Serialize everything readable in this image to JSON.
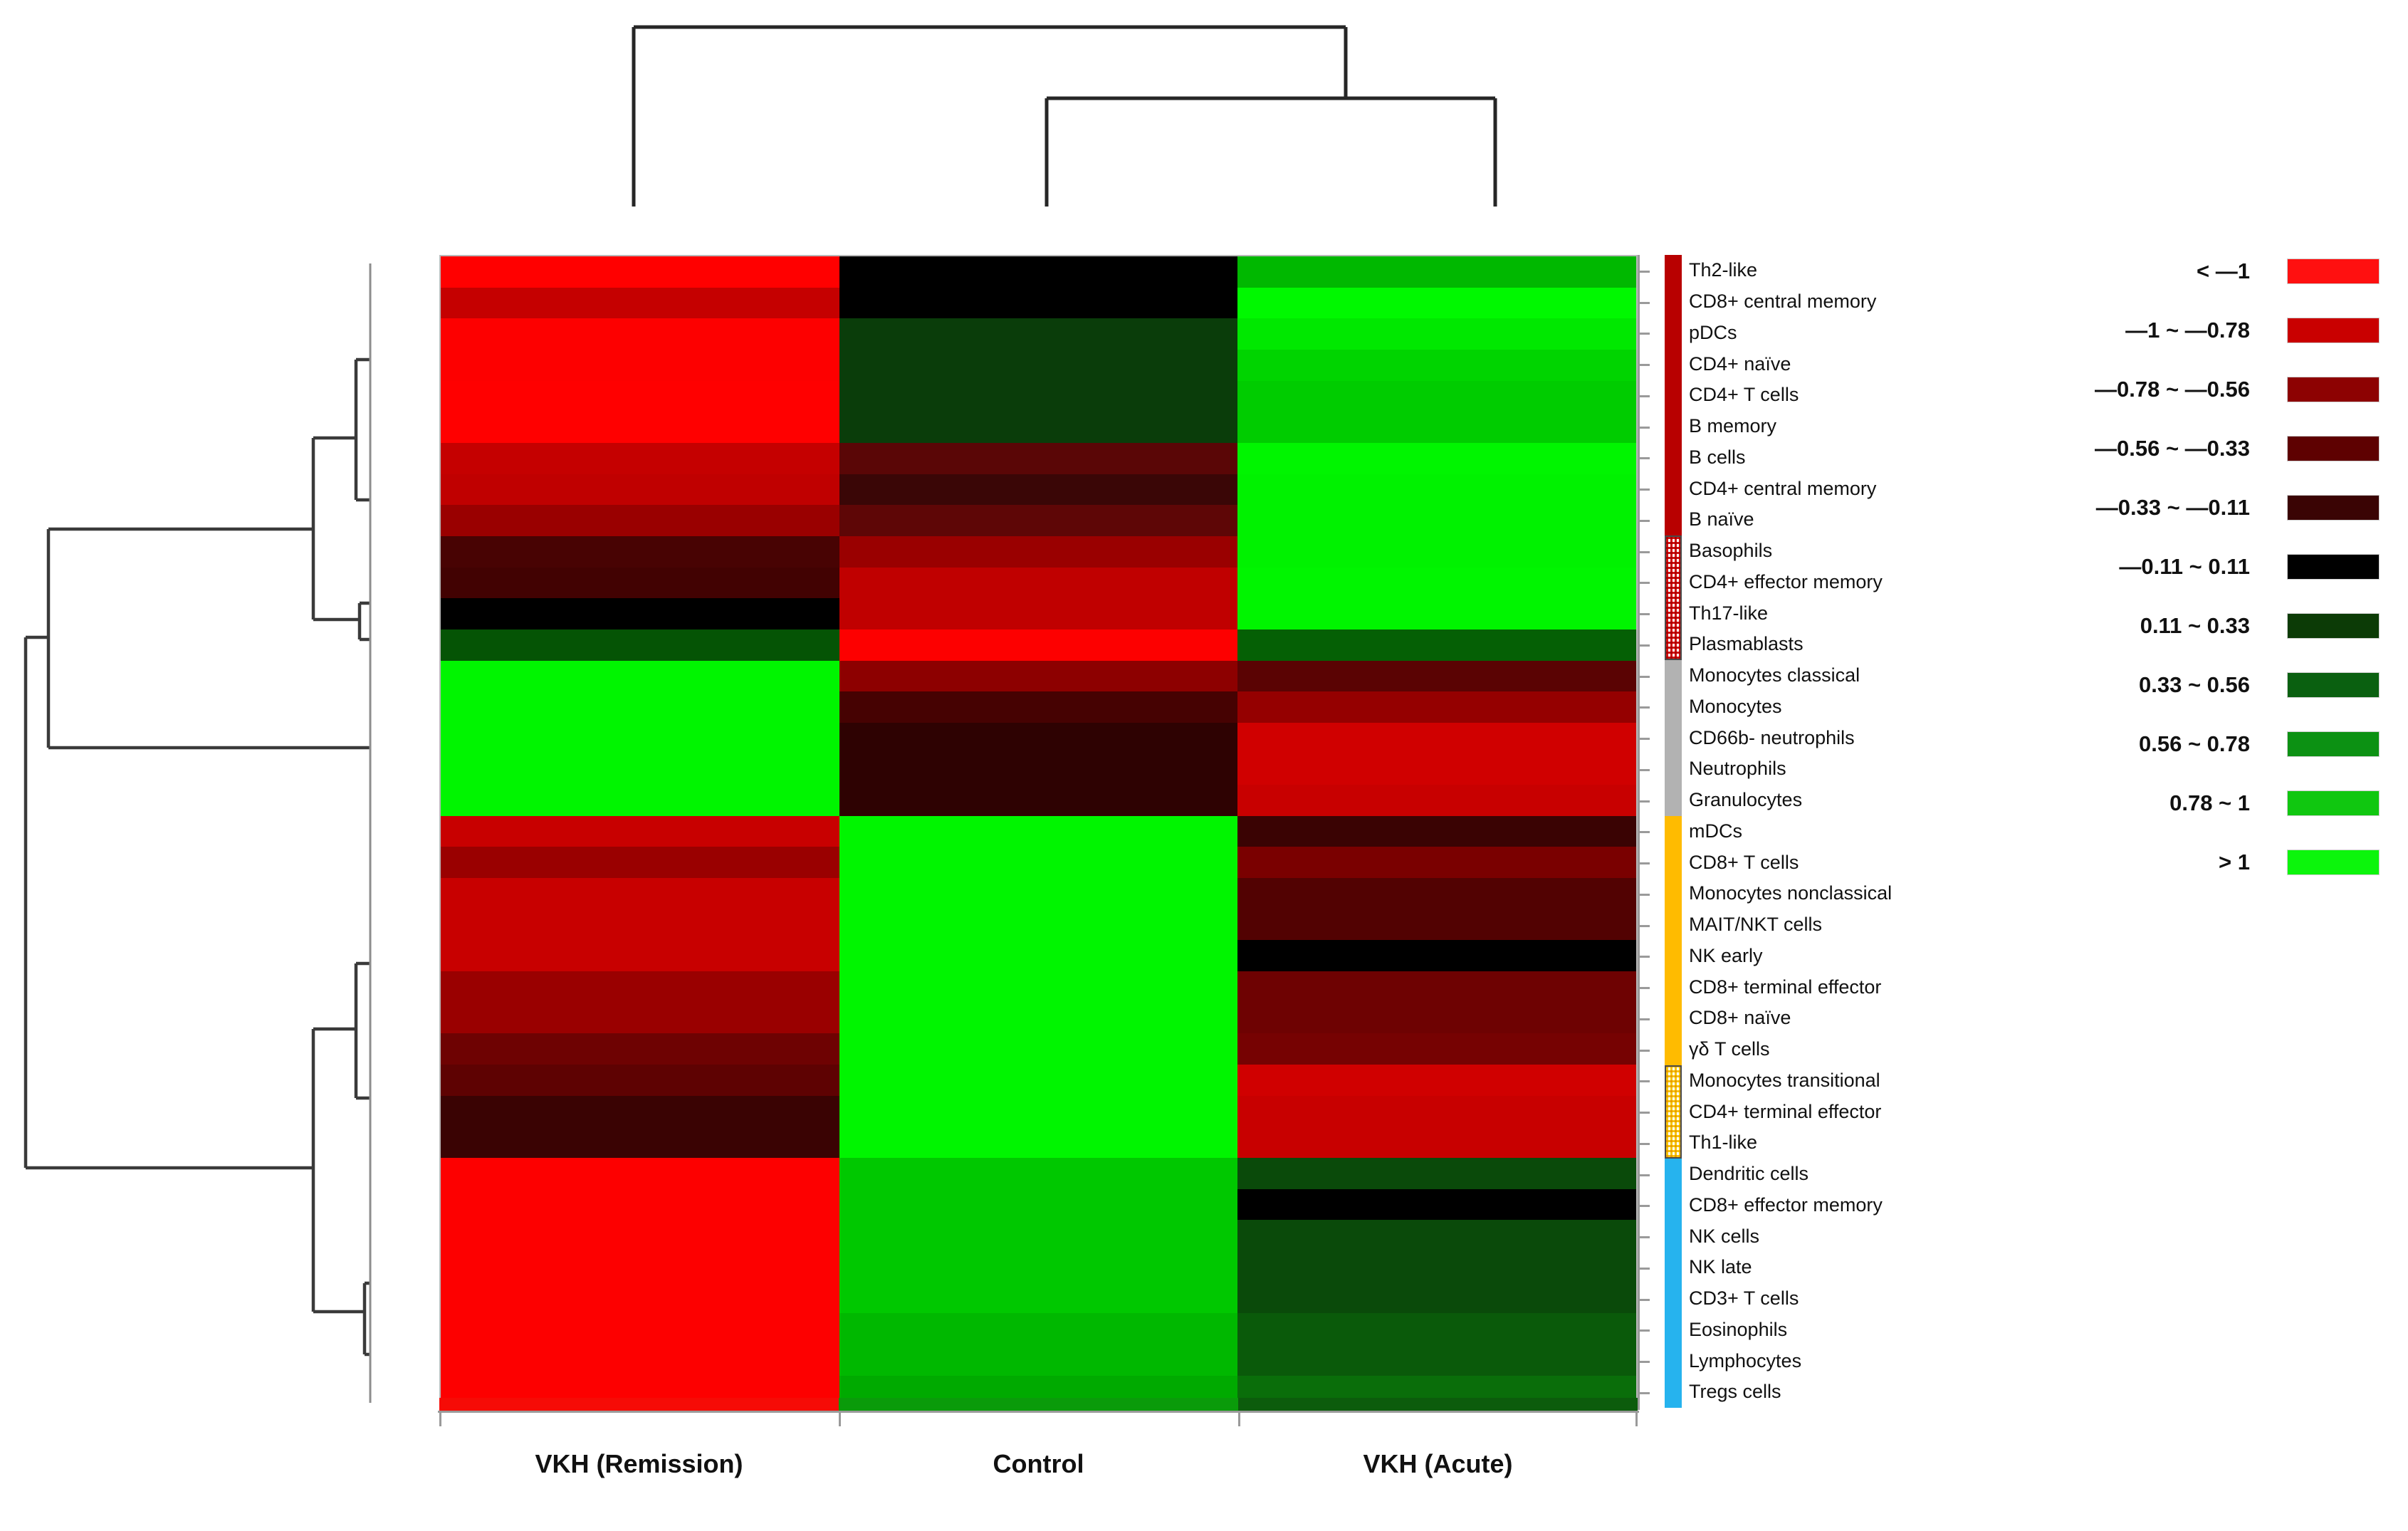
{
  "figure": {
    "type": "clustered-heatmap",
    "columns": [
      "VKH (Remission)",
      "Control",
      "VKH (Acute)"
    ],
    "column_bar_colors": [
      "#f60b06",
      "#0a9b0a",
      "#0c5c0c"
    ]
  },
  "legend": {
    "title": "",
    "entries": [
      {
        "label": "< —1",
        "color": "#ff1010"
      },
      {
        "label": "—1 ~ —0.78",
        "color": "#c90000"
      },
      {
        "label": "—0.78 ~ —0.56",
        "color": "#8d0202"
      },
      {
        "label": "—0.56 ~ —0.33",
        "color": "#5e0101"
      },
      {
        "label": "—0.33 ~ —0.11",
        "color": "#3a0404"
      },
      {
        "label": "—0.11 ~ 0.11",
        "color": "#000000"
      },
      {
        "label": "0.11 ~ 0.33",
        "color": "#0c3b06"
      },
      {
        "label": "0.33 ~ 0.56",
        "color": "#0a6010"
      },
      {
        "label": "0.56 ~ 0.78",
        "color": "#0c9113"
      },
      {
        "label": "0.78 ~ 1",
        "color": "#10c710"
      },
      {
        "label": "> 1",
        "color": "#0cf50c"
      }
    ]
  },
  "row_groups": [
    {
      "name": "dark-red-group",
      "color": "#b80000",
      "pattern": "solid",
      "start": 0,
      "end": 9
    },
    {
      "name": "red-hatched-group",
      "color": "#d01010",
      "pattern": "hatched",
      "start": 9,
      "end": 13
    },
    {
      "name": "gray-group",
      "color": "#b2b2b2",
      "pattern": "solid",
      "start": 13,
      "end": 18
    },
    {
      "name": "orange-group",
      "color": "#ffbb00",
      "pattern": "solid",
      "start": 18,
      "end": 26
    },
    {
      "name": "yellow-hatched-group",
      "color": "#f5c60a",
      "pattern": "hatched",
      "start": 26,
      "end": 29
    },
    {
      "name": "blue-group",
      "color": "#26b3ee",
      "pattern": "solid",
      "start": 29,
      "end": 37
    }
  ],
  "chart_data": {
    "type": "heatmap",
    "title": "",
    "xlabel": "",
    "ylabel": "",
    "columns": [
      "VKH (Remission)",
      "Control",
      "VKH (Acute)"
    ],
    "rows": [
      "Th2-like",
      "CD8+ central memory",
      "pDCs",
      "CD4+ naïve",
      "CD4+ T cells",
      "B memory",
      "B cells",
      "CD4+ central memory",
      "B naïve",
      "Basophils",
      "CD4+ effector memory",
      "Th17-like",
      "Plasmablasts",
      "Monocytes classical",
      "Monocytes",
      "CD66b- neutrophils",
      "Neutrophils",
      "Granulocytes",
      "mDCs",
      "CD8+ T cells",
      "Monocytes nonclassical",
      "MAIT/NKT cells",
      "NK early",
      "CD8+ terminal effector",
      "CD8+ naïve",
      "γδ T cells",
      "Monocytes transitional",
      "CD4+ terminal effector",
      "Th1-like",
      "Dendritic cells",
      "CD8+ effector memory",
      "NK cells",
      "NK late",
      "CD3+ T cells",
      "Eosinophils",
      "Lymphocytes",
      "Tregs cells"
    ],
    "colorscale_bins": [
      "#ff1010",
      "#c90000",
      "#8d0202",
      "#5e0101",
      "#3a0404",
      "#000000",
      "#0c3b06",
      "#0a6010",
      "#0c9113",
      "#10c710",
      "#0cf50c"
    ],
    "cells": [
      [
        "#ff0000",
        "#000000",
        "#00b800"
      ],
      [
        "#c50000",
        "#000000",
        "#00f800"
      ],
      [
        "#fd0000",
        "#0a3d0a",
        "#00e800"
      ],
      [
        "#fd0000",
        "#0a3d0a",
        "#00d400"
      ],
      [
        "#ff0000",
        "#0a3d0a",
        "#00cc00"
      ],
      [
        "#ff0000",
        "#0a3d0a",
        "#00cc00"
      ],
      [
        "#c50000",
        "#5a0606",
        "#00f500"
      ],
      [
        "#c00000",
        "#3a0606",
        "#00f200"
      ],
      [
        "#9a0000",
        "#5e0606",
        "#00f200"
      ],
      [
        "#480303",
        "#9a0000",
        "#00f200"
      ],
      [
        "#420202",
        "#c00000",
        "#00f500"
      ],
      [
        "#000000",
        "#c00000",
        "#00f500"
      ],
      [
        "#055405",
        "#fd0000",
        "#056005"
      ],
      [
        "#00f500",
        "#8d0000",
        "#5a0303"
      ],
      [
        "#00f500",
        "#460202",
        "#950000"
      ],
      [
        "#00f500",
        "#2e0202",
        "#d00000"
      ],
      [
        "#00f500",
        "#2e0202",
        "#d00000"
      ],
      [
        "#00f500",
        "#2e0202",
        "#c80000"
      ],
      [
        "#c80000",
        "#00f500",
        "#3a0303"
      ],
      [
        "#9a0000",
        "#00f500",
        "#7a0000"
      ],
      [
        "#c80000",
        "#00f500",
        "#520202"
      ],
      [
        "#c80000",
        "#00f500",
        "#520202"
      ],
      [
        "#c80000",
        "#00f500",
        "#000000"
      ],
      [
        "#9a0000",
        "#00f500",
        "#6e0202"
      ],
      [
        "#9a0000",
        "#00f500",
        "#6e0202"
      ],
      [
        "#6e0202",
        "#00f500",
        "#760202"
      ],
      [
        "#5e0202",
        "#00f500",
        "#d00000"
      ],
      [
        "#3a0303",
        "#00f500",
        "#c80000"
      ],
      [
        "#3a0303",
        "#00f500",
        "#c80000"
      ],
      [
        "#fd0000",
        "#00c800",
        "#0a4a0a"
      ],
      [
        "#fd0000",
        "#00c800",
        "#000000"
      ],
      [
        "#fd0000",
        "#00c800",
        "#0a4a0a"
      ],
      [
        "#fd0000",
        "#00c800",
        "#0a4a0a"
      ],
      [
        "#fd0000",
        "#00c800",
        "#0a4a0a"
      ],
      [
        "#fd0000",
        "#00b800",
        "#0a5a0a"
      ],
      [
        "#fd0000",
        "#00b800",
        "#0a5a0a"
      ],
      [
        "#fd0000",
        "#00aa00",
        "#0a6e0a"
      ]
    ]
  }
}
